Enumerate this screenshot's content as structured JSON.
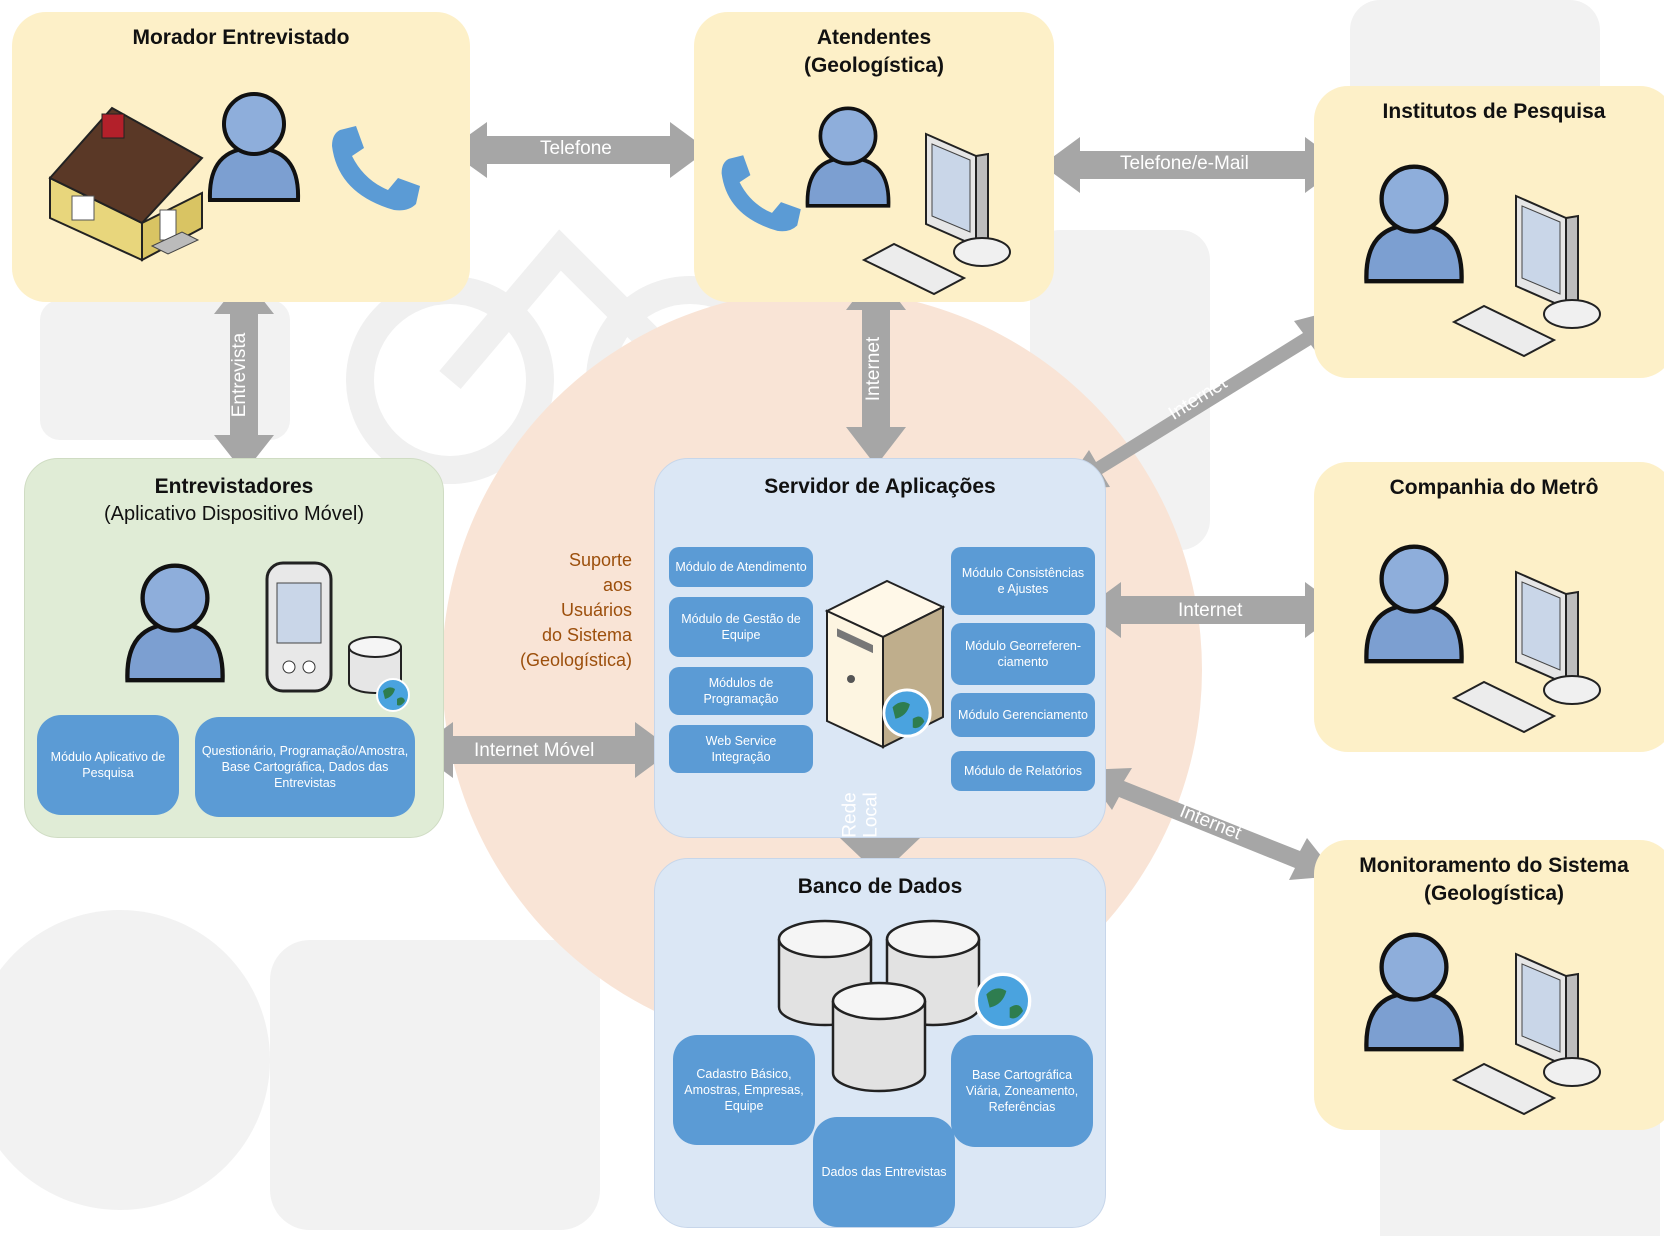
{
  "nodes": {
    "morador": {
      "title": "Morador Entrevistado"
    },
    "atendentes": {
      "title_line1": "Atendentes",
      "title_line2": "(Geologística)"
    },
    "institutos": {
      "title": "Institutos de Pesquisa"
    },
    "entrevistadores": {
      "title": "Entrevistadores",
      "subtitle": "(Aplicativo Dispositivo Móvel)",
      "modules": [
        "Módulo Aplicativo de Pesquisa",
        "Questionário, Programação/Amostra, Base Cartográfica, Dados das Entrevistas"
      ]
    },
    "servidor": {
      "title": "Servidor de Aplicações",
      "left_modules": [
        "Módulo de Atendimento",
        "Módulo de Gestão de Equipe",
        "Módulos de Programação",
        "Web Service Integração"
      ],
      "right_modules": [
        "Módulo Consistências e Ajustes",
        "Módulo Georreferen-ciamento",
        "Módulo Gerenciamento",
        "Módulo de Relatórios"
      ]
    },
    "companhia": {
      "title": "Companhia do Metrô"
    },
    "monitoramento": {
      "title_line1": "Monitoramento do Sistema",
      "title_line2": "(Geologística)"
    },
    "banco": {
      "title": "Banco de Dados",
      "modules": [
        "Cadastro Básico, Amostras, Empresas, Equipe",
        "Dados das Entrevistas",
        "Base Cartográfica Viária, Zoneamento, Referências"
      ]
    }
  },
  "support": [
    "Suporte",
    "aos",
    "Usuários",
    "do Sistema",
    "(Geologística)"
  ],
  "connections": {
    "telefone": "Telefone",
    "telefone_email": "Telefone/e-Mail",
    "entrevista": "Entrevista",
    "internet_atendentes": "Internet",
    "internet_institutos": "Internet",
    "internet_companhia": "Internet",
    "internet_monitoramento": "Internet",
    "internet_movel": "Internet Móvel",
    "rede_local_1": "Rede",
    "rede_local_2": "Local"
  },
  "colors": {
    "node_yellow": "#fdf0c8",
    "node_green": "#e0ecd6",
    "node_blue": "#dbe7f5",
    "module_blue": "#5b9bd5",
    "arrow_gray": "#a6a6a6",
    "support_circle": "#f9e4d6",
    "support_text": "#9c4f0c",
    "phone_icon": "#5b9bd5"
  },
  "icons": [
    "house-icon",
    "person-icon",
    "phone-icon",
    "computer-icon",
    "keyboard-icon",
    "mobile-device-icon",
    "database-icon",
    "globe-icon",
    "server-icon"
  ]
}
